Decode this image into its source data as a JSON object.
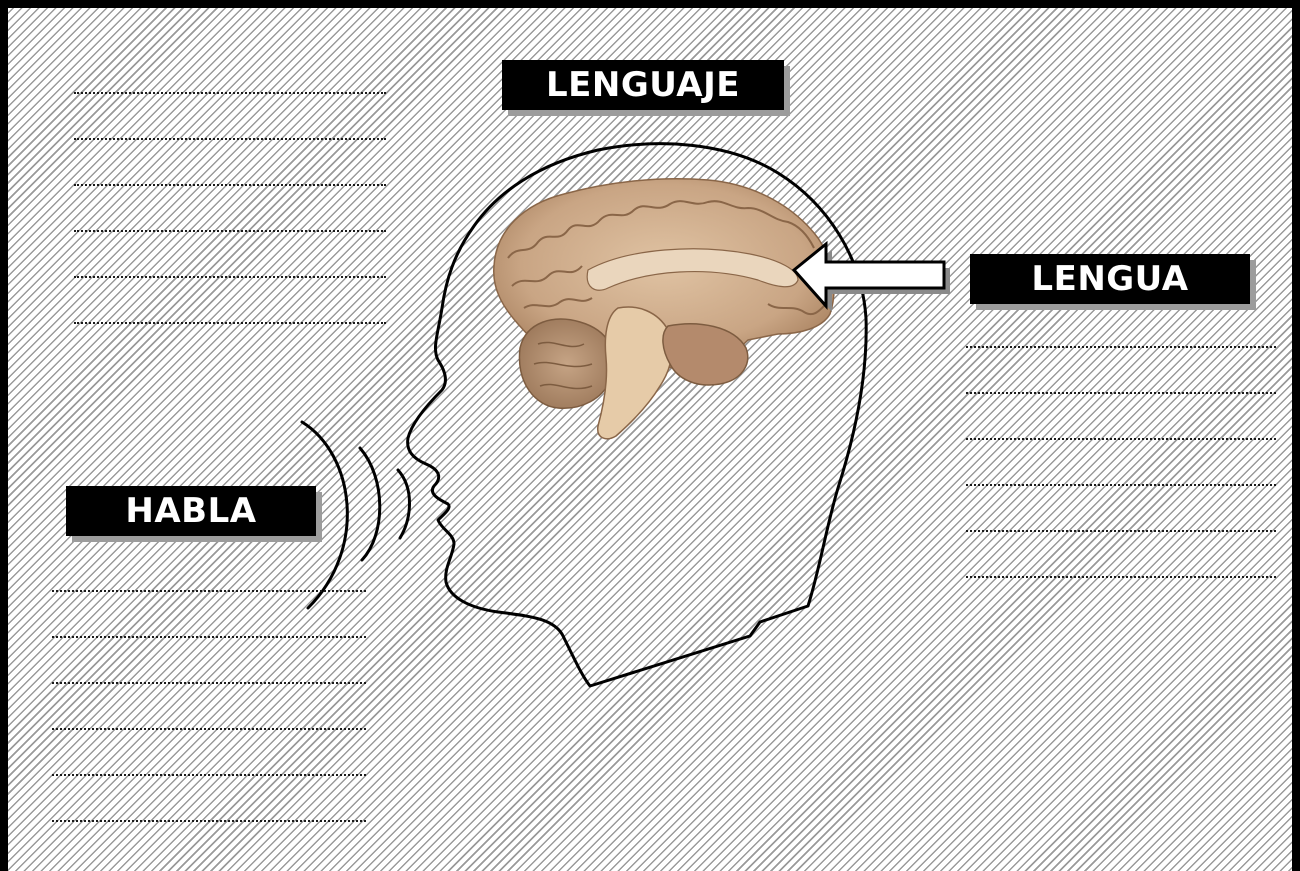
{
  "labels": {
    "lenguaje": "LENGUAJE",
    "lengua": "LENGUA",
    "habla": "HABLA"
  },
  "answer_lines": {
    "top_left_count": 6,
    "right_count": 6,
    "bottom_left_count": 6
  },
  "colors": {
    "label_background": "#000000",
    "label_text": "#ffffff",
    "label_shadow": "#9c9c9c",
    "frame_border": "#000000",
    "brain_tone": "#c9a584",
    "line_color": "#1a1a1a"
  },
  "icons": {
    "head": "head-profile-outline",
    "brain": "brain-sagittal-section",
    "arrow": "left-pointing-outline-arrow",
    "sound": "sound-wave-arcs"
  }
}
